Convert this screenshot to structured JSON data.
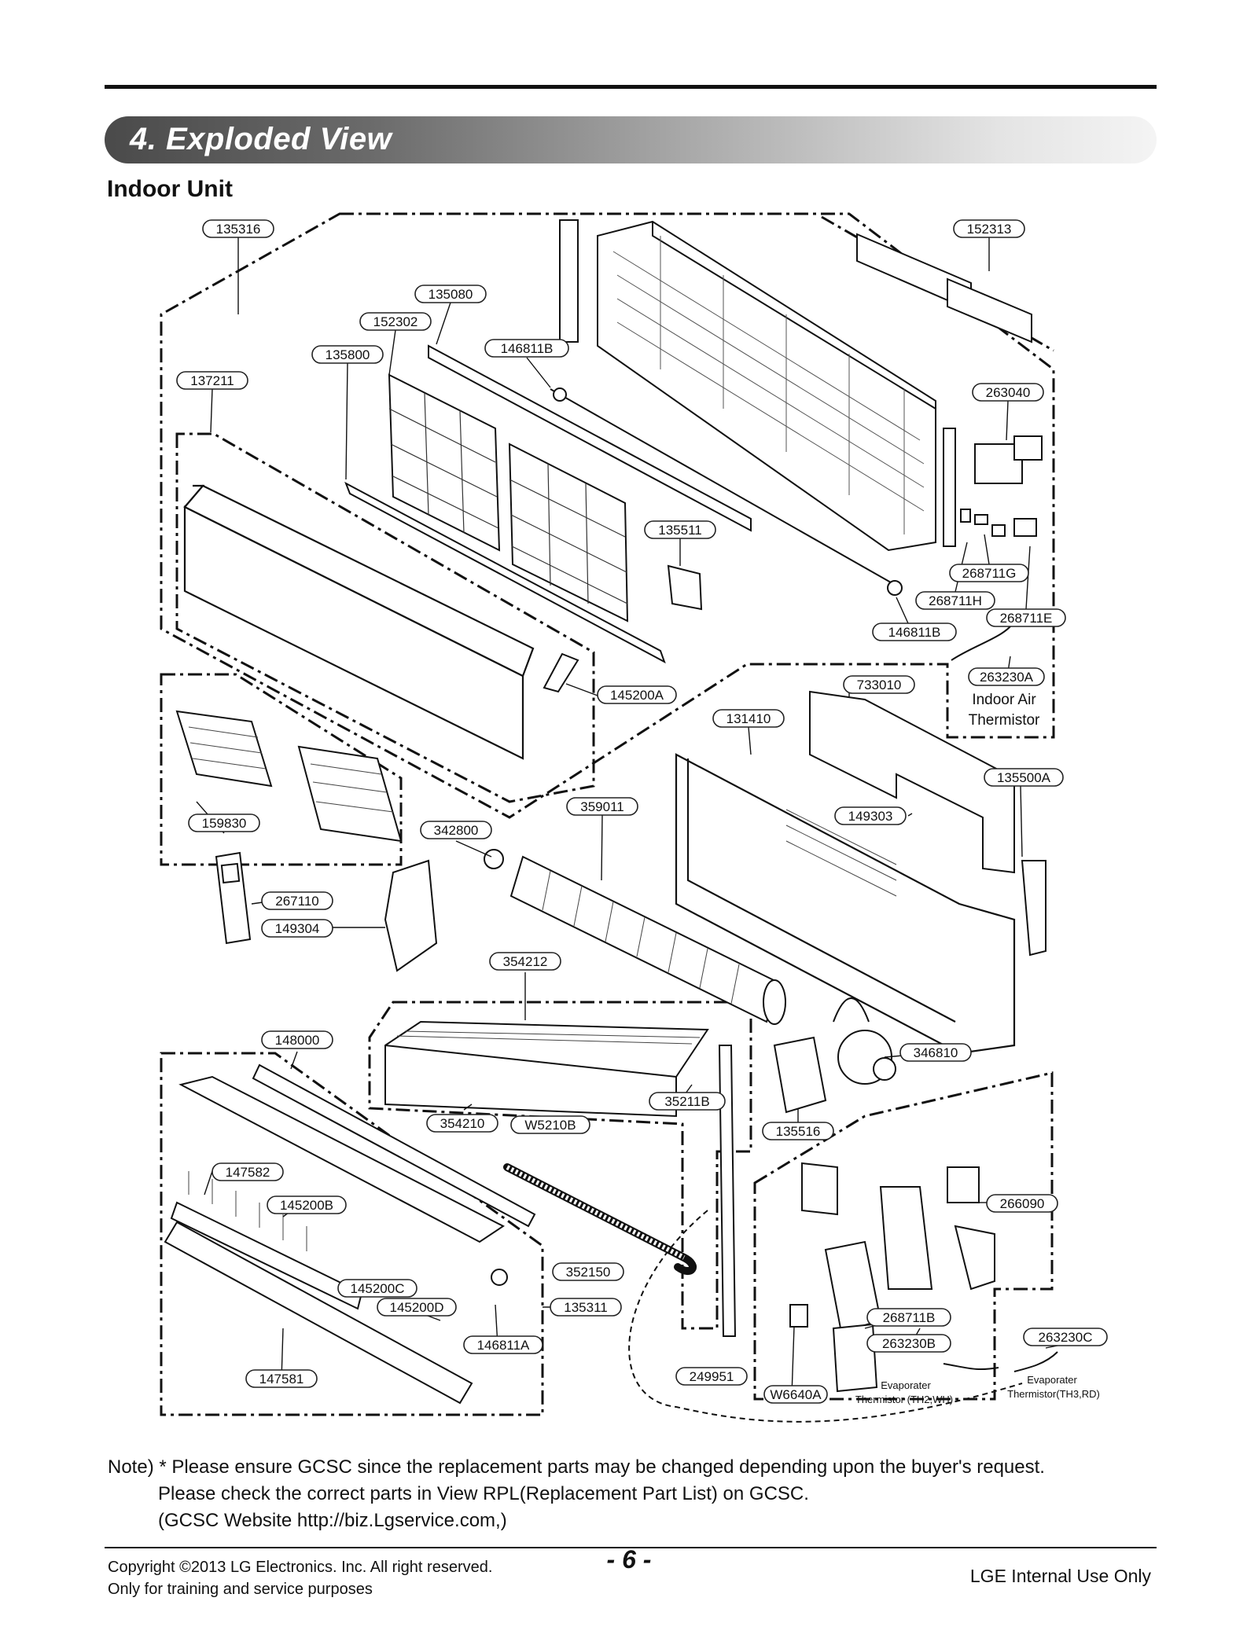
{
  "section_title": "4. Exploded View",
  "subtitle": "Indoor Unit",
  "parts": {
    "p135316": "135316",
    "p152313": "152313",
    "p135080": "135080",
    "p152302": "152302",
    "p146811B_top": "146811B",
    "p135800": "135800",
    "p137211": "137211",
    "p263040": "263040",
    "p135511": "135511",
    "p268711G": "268711G",
    "p268711H": "268711H",
    "p268711E": "268711E",
    "p146811B_low": "146811B",
    "p263230A": "263230A",
    "p733010": "733010",
    "p145200A": "145200A",
    "p131410": "131410",
    "p135500A": "135500A",
    "p359011": "359011",
    "p149303": "149303",
    "p159830": "159830",
    "p342800": "342800",
    "p267110": "267110",
    "p149304": "149304",
    "p354212": "354212",
    "p148000": "148000",
    "p346810": "346810",
    "p35211B": "35211B",
    "p354210": "354210",
    "pW5210B": "W5210B",
    "p135516": "135516",
    "p147582": "147582",
    "p266090": "266090",
    "p145200B": "145200B",
    "p352150": "352150",
    "p145200C": "145200C",
    "p145200D": "145200D",
    "p135311": "135311",
    "p268711B": "268711B",
    "p263230B": "263230B",
    "p263230C": "263230C",
    "p146811A": "146811A",
    "p249951": "249951",
    "p147581": "147581",
    "pW6640A": "W6640A"
  },
  "captions": {
    "indoor_air_1": "Indoor Air",
    "indoor_air_2": "Thermistor",
    "evap_b_1": "Evaporater",
    "evap_b_2": "Thermistor (TH2,WH)",
    "evap_c_1": "Evaporater",
    "evap_c_2": "Thermistor(TH3,RD)"
  },
  "note": {
    "line1": "Note) * Please ensure GCSC since the replacement parts may be changed depending upon the buyer's request.",
    "line2": "Please check  the correct parts in View RPL(Replacement Part List) on GCSC.",
    "line3": "(GCSC Website  http://biz.Lgservice.com,)"
  },
  "footer": {
    "copyright_1": "Copyright ©2013 LG Electronics. Inc. All right reserved.",
    "copyright_2": "Only for training and service purposes",
    "page_number": "- 6 -",
    "internal": "LGE Internal Use Only"
  }
}
